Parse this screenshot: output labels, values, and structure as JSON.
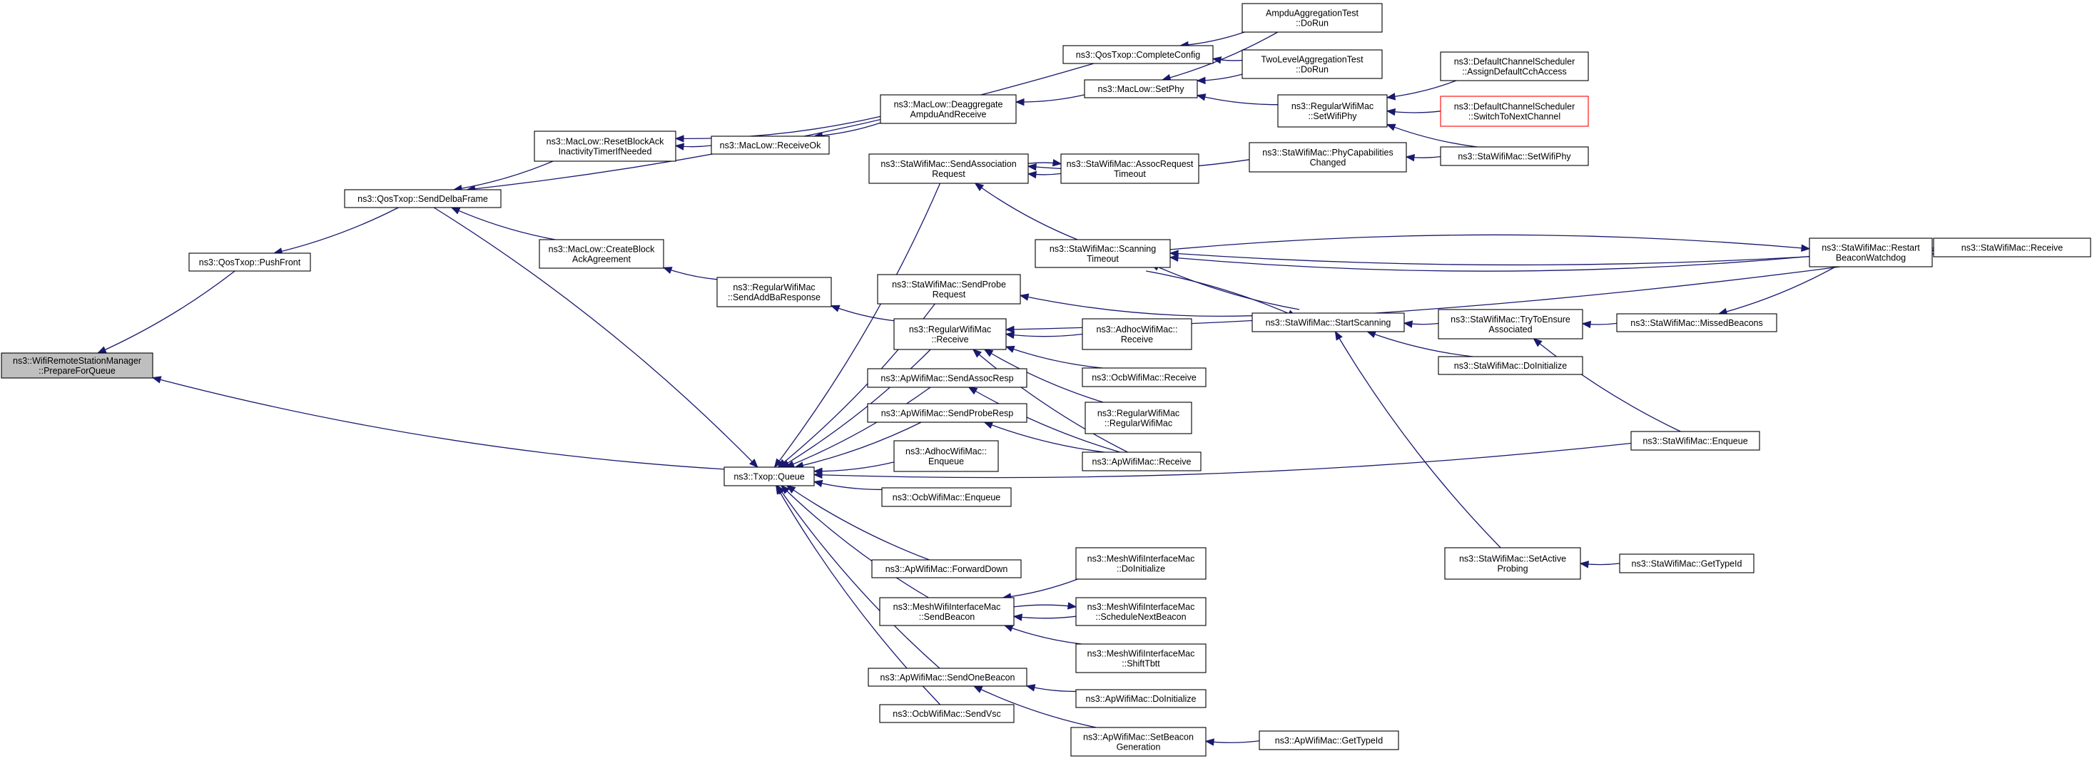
{
  "graph": {
    "type": "doxygen-caller-graph",
    "colors": {
      "edge": "#191970",
      "node_border": "#000000",
      "root_fill": "#bfbfbf",
      "highlight_border": "#ff0000",
      "background": "#ffffff"
    },
    "nodes": [
      {
        "id": "root",
        "lines": [
          "ns3::WifiRemoteStationManager",
          "::PrepareForQueue"
        ],
        "style": "root"
      },
      {
        "id": "pushfront",
        "lines": [
          "ns3::QosTxop::PushFront"
        ]
      },
      {
        "id": "senddelba",
        "lines": [
          "ns3::QosTxop::SendDelbaFrame"
        ]
      },
      {
        "id": "resetba",
        "lines": [
          "ns3::MacLow::ResetBlockAck",
          "InactivityTimerIfNeeded"
        ]
      },
      {
        "id": "createba",
        "lines": [
          "ns3::MacLow::CreateBlock",
          "AckAgreement"
        ]
      },
      {
        "id": "completecfg",
        "lines": [
          "ns3::QosTxop::CompleteConfig"
        ]
      },
      {
        "id": "deaggregate",
        "lines": [
          "ns3::MacLow::Deaggregate",
          "AmpduAndReceive"
        ]
      },
      {
        "id": "receiveok",
        "lines": [
          "ns3::MacLow::ReceiveOk"
        ]
      },
      {
        "id": "setphy",
        "lines": [
          "ns3::MacLow::SetPhy"
        ]
      },
      {
        "id": "ampdutest",
        "lines": [
          "AmpduAggregationTest",
          "::DoRun"
        ]
      },
      {
        "id": "twoleveltest",
        "lines": [
          "TwoLevelAggregationTest",
          "::DoRun"
        ]
      },
      {
        "id": "regsetwifiphy",
        "lines": [
          "ns3::RegularWifiMac",
          "::SetWifiPhy"
        ]
      },
      {
        "id": "assigndefault",
        "lines": [
          "ns3::DefaultChannelScheduler",
          "::AssignDefaultCchAccess"
        ]
      },
      {
        "id": "switchnext",
        "lines": [
          "ns3::DefaultChannelScheduler",
          "::SwitchToNextChannel"
        ],
        "style": "red"
      },
      {
        "id": "stasetwifiphy",
        "lines": [
          "ns3::StaWifiMac::SetWifiPhy"
        ]
      },
      {
        "id": "sendaddba",
        "lines": [
          "ns3::RegularWifiMac",
          "::SendAddBaResponse"
        ]
      },
      {
        "id": "regreceive",
        "lines": [
          "ns3::RegularWifiMac",
          "::Receive"
        ]
      },
      {
        "id": "sendassocreq",
        "lines": [
          "ns3::StaWifiMac::SendAssociation",
          "Request"
        ]
      },
      {
        "id": "assoctimeout",
        "lines": [
          "ns3::StaWifiMac::AssocRequest",
          "Timeout"
        ]
      },
      {
        "id": "phycap",
        "lines": [
          "ns3::StaWifiMac::PhyCapabilities",
          "Changed"
        ]
      },
      {
        "id": "scantimeout",
        "lines": [
          "ns3::StaWifiMac::Scanning",
          "Timeout"
        ]
      },
      {
        "id": "sendprobereq",
        "lines": [
          "ns3::StaWifiMac::SendProbe",
          "Request"
        ]
      },
      {
        "id": "startscan",
        "lines": [
          "ns3::StaWifiMac::StartScanning"
        ]
      },
      {
        "id": "tryensure",
        "lines": [
          "ns3::StaWifiMac::TryToEnsure",
          "Associated"
        ]
      },
      {
        "id": "missedbeacons",
        "lines": [
          "ns3::StaWifiMac::MissedBeacons"
        ]
      },
      {
        "id": "stadoinit",
        "lines": [
          "ns3::StaWifiMac::DoInitialize"
        ]
      },
      {
        "id": "restartbw",
        "lines": [
          "ns3::StaWifiMac::Restart",
          "BeaconWatchdog"
        ]
      },
      {
        "id": "stareceive",
        "lines": [
          "ns3::StaWifiMac::Receive"
        ]
      },
      {
        "id": "adhocreceive",
        "lines": [
          "ns3::AdhocWifiMac::",
          "Receive"
        ]
      },
      {
        "id": "ocbreceive",
        "lines": [
          "ns3::OcbWifiMac::Receive"
        ]
      },
      {
        "id": "regctor",
        "lines": [
          "ns3::RegularWifiMac",
          "::RegularWifiMac"
        ]
      },
      {
        "id": "apreceive",
        "lines": [
          "ns3::ApWifiMac::Receive"
        ]
      },
      {
        "id": "sendassocresp",
        "lines": [
          "ns3::ApWifiMac::SendAssocResp"
        ]
      },
      {
        "id": "sendproberesp",
        "lines": [
          "ns3::ApWifiMac::SendProbeResp"
        ]
      },
      {
        "id": "adhocenqueue",
        "lines": [
          "ns3::AdhocWifiMac::",
          "Enqueue"
        ]
      },
      {
        "id": "ocbenqueue",
        "lines": [
          "ns3::OcbWifiMac::Enqueue"
        ]
      },
      {
        "id": "staenqueue",
        "lines": [
          "ns3::StaWifiMac::Enqueue"
        ]
      },
      {
        "id": "txopqueue",
        "lines": [
          "ns3::Txop::Queue"
        ]
      },
      {
        "id": "forwarddown",
        "lines": [
          "ns3::ApWifiMac::ForwardDown"
        ]
      },
      {
        "id": "meshsendbeacon",
        "lines": [
          "ns3::MeshWifiInterfaceMac",
          "::SendBeacon"
        ]
      },
      {
        "id": "meshdoinit",
        "lines": [
          "ns3::MeshWifiInterfaceMac",
          "::DoInitialize"
        ]
      },
      {
        "id": "meshschedule",
        "lines": [
          "ns3::MeshWifiInterfaceMac",
          "::ScheduleNextBeacon"
        ]
      },
      {
        "id": "meshshift",
        "lines": [
          "ns3::MeshWifiInterfaceMac",
          "::ShiftTbtt"
        ]
      },
      {
        "id": "sendonebeacon",
        "lines": [
          "ns3::ApWifiMac::SendOneBeacon"
        ]
      },
      {
        "id": "apdoinit",
        "lines": [
          "ns3::ApWifiMac::DoInitialize"
        ]
      },
      {
        "id": "setbeacongen",
        "lines": [
          "ns3::ApWifiMac::SetBeacon",
          "Generation"
        ]
      },
      {
        "id": "apgettypeid",
        "lines": [
          "ns3::ApWifiMac::GetTypeId"
        ]
      },
      {
        "id": "occbsendvsc",
        "lines": [
          "ns3::OcbWifiMac::SendVsc"
        ]
      },
      {
        "id": "setactiveprobing",
        "lines": [
          "ns3::StaWifiMac::SetActive",
          "Probing"
        ]
      },
      {
        "id": "stagettypeid",
        "lines": [
          "ns3::StaWifiMac::GetTypeId"
        ]
      }
    ]
  }
}
